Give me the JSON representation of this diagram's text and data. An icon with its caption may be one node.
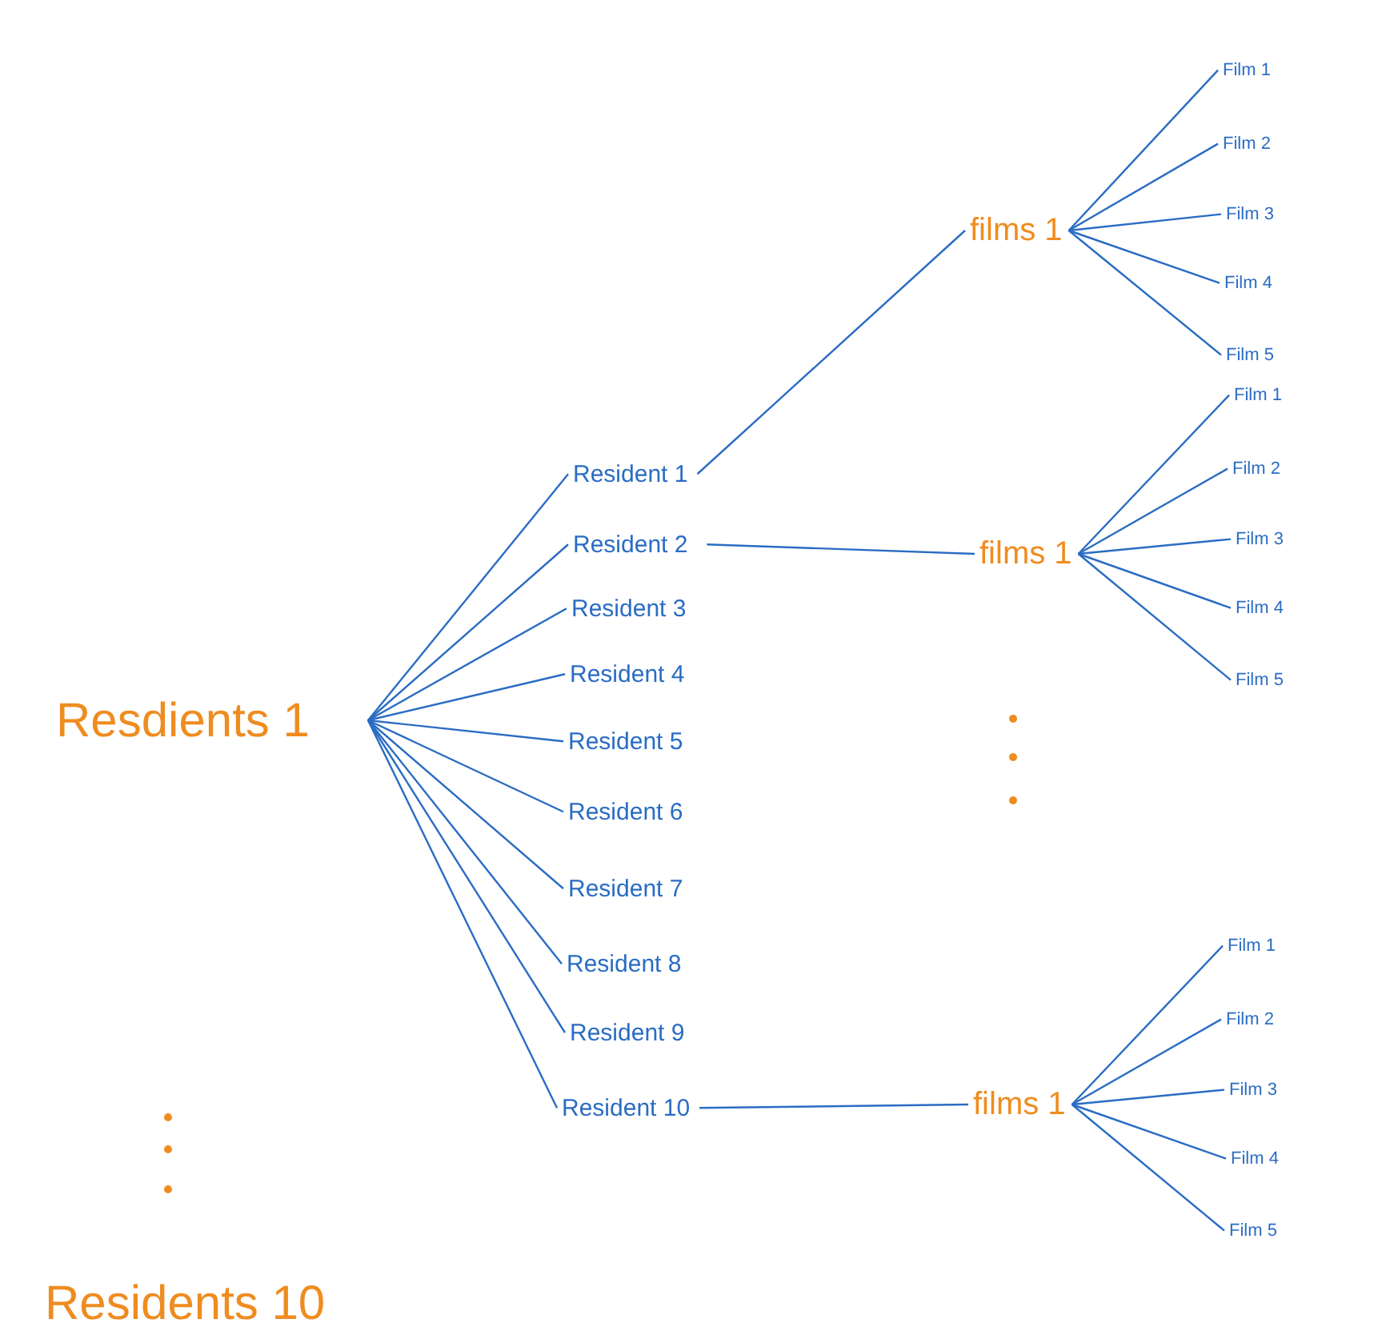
{
  "diagram": {
    "nodes": [
      {
        "text": [
          "Resdients 1"
        ]
      },
      {
        "text": [
          "Resident 1"
        ]
      },
      {
        "text": [
          "Resident 2"
        ]
      },
      {
        "text": [
          "Resident 3"
        ]
      },
      {
        "text": [
          "Resident 4"
        ]
      },
      {
        "text": [
          "Resident 5"
        ]
      },
      {
        "text": [
          "Resident 6"
        ]
      },
      {
        "text": [
          "Resident 7"
        ]
      },
      {
        "text": [
          "Resident 8"
        ]
      },
      {
        "text": [
          "Resident 9"
        ]
      },
      {
        "text": [
          "Resident 10"
        ]
      },
      {
        "text": [
          "films 1"
        ]
      },
      {
        "text": [
          "Film 1"
        ]
      },
      {
        "text": [
          "Film 2"
        ]
      },
      {
        "text": [
          "Film 3"
        ]
      },
      {
        "text": [
          "Film 4"
        ]
      },
      {
        "text": [
          "Film 5"
        ]
      },
      {
        "text": [
          "films 1"
        ]
      },
      {
        "text": [
          "Film 1"
        ]
      },
      {
        "text": [
          "Film 2"
        ]
      },
      {
        "text": [
          "Film 3"
        ]
      },
      {
        "text": [
          "Film 4"
        ]
      },
      {
        "text": [
          "Film 5"
        ]
      },
      {
        "text": [
          "films 1"
        ]
      },
      {
        "text": [
          "Film 1"
        ]
      },
      {
        "text": [
          "Film 2"
        ]
      },
      {
        "text": [
          "Film 3"
        ]
      },
      {
        "text": [
          "Film 4"
        ]
      },
      {
        "text": [
          "Film 5"
        ]
      },
      {
        "text": [
          "Residents 10"
        ]
      }
    ],
    "edges": [
      {
        "from": 0,
        "to": 1,
        "arrow": "none"
      },
      {
        "from": 0,
        "to": 2,
        "arrow": "none"
      },
      {
        "from": 0,
        "to": 3,
        "arrow": "none"
      },
      {
        "from": 0,
        "to": 4,
        "arrow": "none"
      },
      {
        "from": 0,
        "to": 5,
        "arrow": "none"
      },
      {
        "from": 0,
        "to": 6,
        "arrow": "none"
      },
      {
        "from": 0,
        "to": 7,
        "arrow": "none"
      },
      {
        "from": 0,
        "to": 8,
        "arrow": "none"
      },
      {
        "from": 0,
        "to": 9,
        "arrow": "none"
      },
      {
        "from": 0,
        "to": 10,
        "arrow": "none"
      },
      {
        "from": 1,
        "to": 11,
        "arrow": "none"
      },
      {
        "from": 2,
        "to": 17,
        "arrow": "none"
      },
      {
        "from": 10,
        "to": 23,
        "arrow": "none"
      },
      {
        "from": 11,
        "to": 12,
        "arrow": "none"
      },
      {
        "from": 11,
        "to": 13,
        "arrow": "none"
      },
      {
        "from": 11,
        "to": 14,
        "arrow": "none"
      },
      {
        "from": 11,
        "to": 15,
        "arrow": "none"
      },
      {
        "from": 11,
        "to": 16,
        "arrow": "none"
      },
      {
        "from": 17,
        "to": 18,
        "arrow": "none"
      },
      {
        "from": 17,
        "to": 19,
        "arrow": "none"
      },
      {
        "from": 17,
        "to": 20,
        "arrow": "none"
      },
      {
        "from": 17,
        "to": 21,
        "arrow": "none"
      },
      {
        "from": 17,
        "to": 22,
        "arrow": "none"
      },
      {
        "from": 23,
        "to": 24,
        "arrow": "none"
      },
      {
        "from": 23,
        "to": 25,
        "arrow": "none"
      },
      {
        "from": 23,
        "to": 26,
        "arrow": "none"
      },
      {
        "from": 23,
        "to": 27,
        "arrow": "none"
      },
      {
        "from": 23,
        "to": 28,
        "arrow": "none"
      }
    ]
  }
}
